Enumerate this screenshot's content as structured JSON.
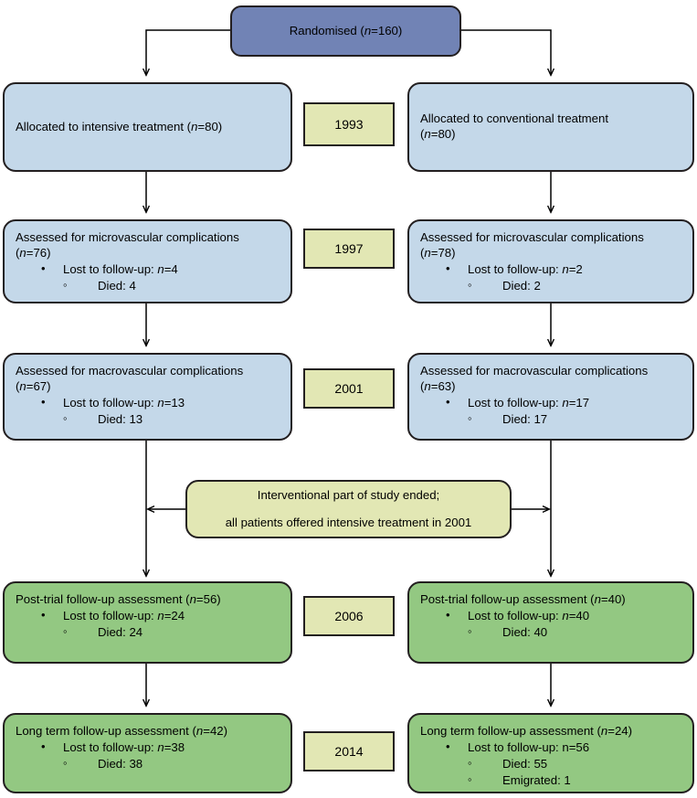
{
  "diagram": {
    "title": "CONSORT-style participant flow diagram",
    "colors": {
      "randomised_box": "#7183b5",
      "treatment_box": "#c4d8e9",
      "followup_box": "#93c882",
      "year_box": "#e2e7b4",
      "border": "#231f20"
    },
    "top": {
      "randomised_label": "Randomised (",
      "randomised_n_italic": "n",
      "randomised_n_value": "=160)"
    },
    "years": [
      {
        "label": "1993"
      },
      {
        "label": "1997"
      },
      {
        "label": "2001"
      },
      {
        "label": "2006"
      },
      {
        "label": "2014"
      }
    ],
    "left_arm": {
      "allocation": {
        "line1": "Allocated to intensive treatment (",
        "ital": "n",
        "line1_tail": "=80)"
      },
      "micro": {
        "title": "Assessed for microvascular complications",
        "n_line_ital": "n",
        "n_line": "=76)",
        "bullet1_pre": "Lost to follow-up: ",
        "bullet1_ital": "n",
        "bullet1_post": "=4",
        "bullet2": "Died: 4"
      },
      "macro": {
        "title": "Assessed for macrovascular complications",
        "n_line_ital": "n",
        "n_line": "=67)",
        "bullet1_pre": "Lost to follow-up: ",
        "bullet1_ital": "n",
        "bullet1_post": "=13",
        "bullet2": "Died: 13"
      },
      "posttrial": {
        "title_pre": "Post-trial follow-up assessment (",
        "title_ital": "n",
        "title_post": "=56)",
        "bullet1_pre": "Lost to follow-up: ",
        "bullet1_ital": "n",
        "bullet1_post": "=24",
        "bullet2": "Died: 24"
      },
      "longterm": {
        "title_pre": "Long term follow-up assessment (",
        "title_ital": "n",
        "title_post": "=42)",
        "bullet1_pre": "Lost to follow-up: ",
        "bullet1_ital": "n",
        "bullet1_post": "=38",
        "bullet2": "Died: 38"
      }
    },
    "right_arm": {
      "allocation": {
        "line1": "Allocated to conventional treatment",
        "line2_ital": "n",
        "line2": "=80)"
      },
      "micro": {
        "title": "Assessed for microvascular complications",
        "n_line_ital": "n",
        "n_line": "=78)",
        "bullet1_pre": "Lost to follow-up: ",
        "bullet1_ital": "n",
        "bullet1_post": "=2",
        "bullet2": "Died: 2"
      },
      "macro": {
        "title": "Assessed for macrovascular complications",
        "n_line_ital": "n",
        "n_line": "=63)",
        "bullet1_pre": "Lost to follow-up: ",
        "bullet1_ital": "n",
        "bullet1_post": "=17",
        "bullet2": "Died: 17"
      },
      "posttrial": {
        "title_pre": "Post-trial follow-up assessment (",
        "title_ital": "n",
        "title_post": "=40)",
        "bullet1_pre": "Lost to follow-up: ",
        "bullet1_ital": "n",
        "bullet1_post": "=40",
        "bullet2": "Died: 40"
      },
      "longterm": {
        "title_pre": "Long term follow-up assessment (",
        "title_ital": "n",
        "title_post": "=24)",
        "bullet1": "Lost to follow-up: n=56",
        "bullet2": "Died: 55",
        "bullet3": "Emigrated: 1"
      }
    },
    "interventional": {
      "line1": "Interventional part of study ended;",
      "line2": "all patients offered intensive treatment in 2001"
    }
  }
}
